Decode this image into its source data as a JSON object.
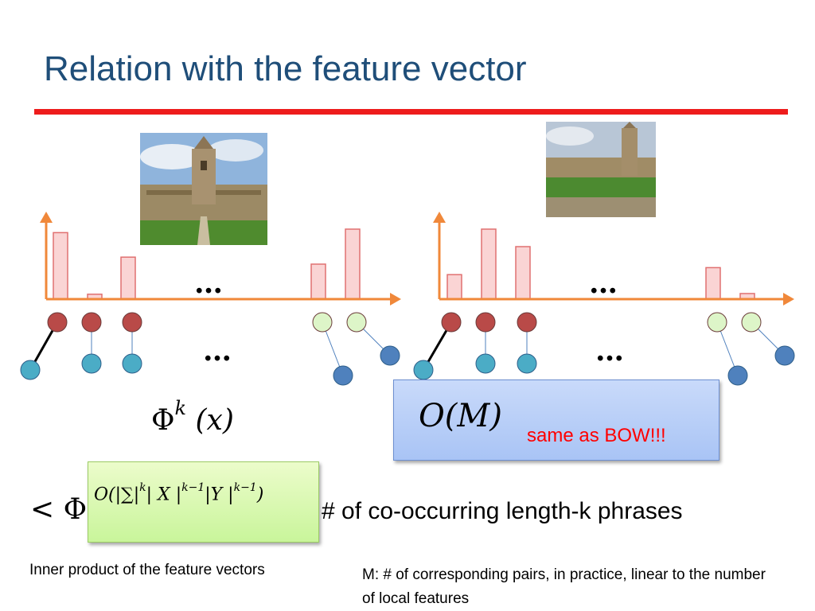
{
  "slide": {
    "title": "Relation with the feature vector",
    "ellipsis": "…",
    "left_formula": {
      "phi": "Φ",
      "k": "k",
      "arg": "(x)"
    },
    "right_box": {
      "formula": "O(M)",
      "note": "same as BOW!!!"
    },
    "inner_product": {
      "prefix": "< Φ",
      "complexity": {
        "open": "O(|∑|",
        "k": "k",
        "mid1": "| X |",
        "km1a": "k−1",
        "mid2": "|Y |",
        "km1b": "k−1",
        "close": ")"
      },
      "suffix": "# of co-occurring length-k phrases"
    },
    "notes": {
      "left": "Inner product of the feature vectors",
      "right": "M: # of corresponding pairs, in practice, linear to the number of local features"
    }
  },
  "histograms": [
    {
      "values": [
        0.95,
        0.07,
        0.6,
        0.5,
        1.0
      ]
    },
    {
      "values": [
        0.35,
        1.0,
        0.75,
        0.45,
        0.08
      ]
    }
  ],
  "colors": {
    "title": "#1F4E79",
    "rule": "#EE1C1C",
    "axis": "#F0883A",
    "bar_fill": "#FAD4D4",
    "bar_stroke": "#E07070",
    "node_red": "#B94A48",
    "node_cyan": "#4BACC6",
    "node_green": "#DDF5C8",
    "node_blue": "#4F81BD",
    "note_red": "#FF0000"
  }
}
